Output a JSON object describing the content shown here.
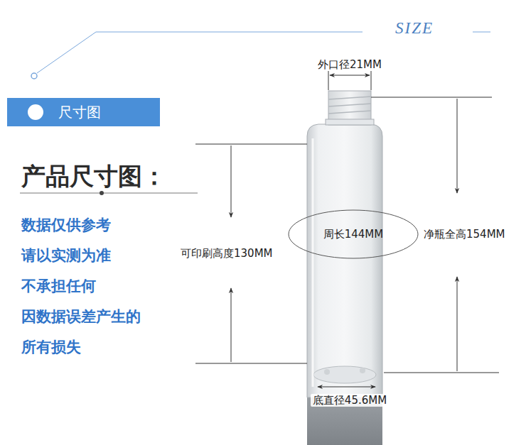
{
  "diagram": {
    "title": "产品尺寸图：",
    "nodes": [
      {
        "text": [
          "尺寸图"
        ]
      },
      {
        "text": [
          "周长144MM"
        ]
      }
    ],
    "labels": [
      "SIZE",
      "外口径21MM",
      "净瓶全高154MM",
      "数据仅供参考",
      "请以实测为准",
      "不承担任何",
      "因数据误差产生的",
      "所有损失",
      "可印刷高度130MM",
      "底直径45.6MM"
    ]
  }
}
